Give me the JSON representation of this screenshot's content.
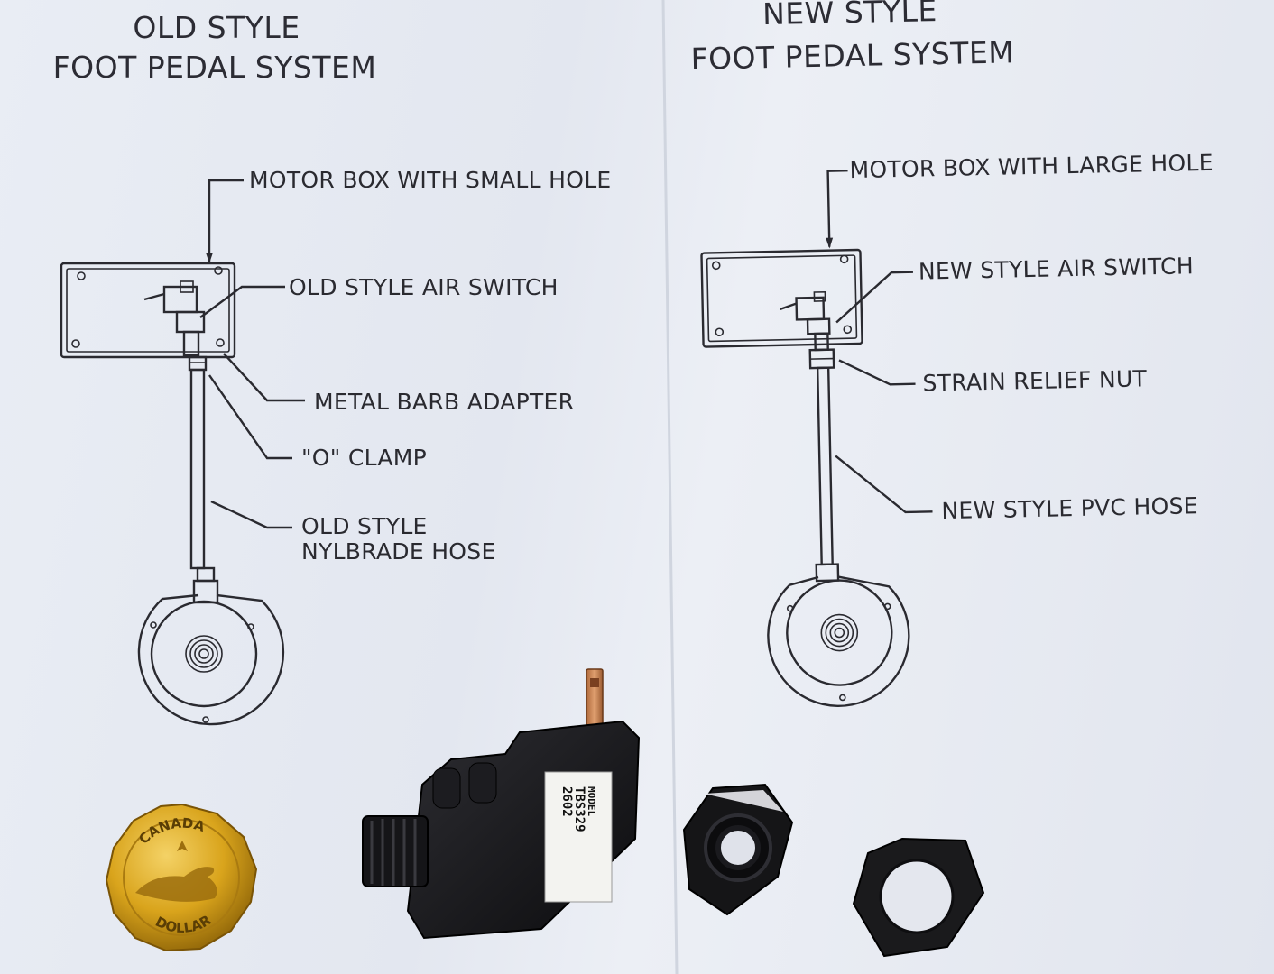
{
  "old_system": {
    "title_line1": "OLD STYLE",
    "title_line2": "FOOT PEDAL SYSTEM",
    "labels": {
      "motor_box": "MOTOR BOX WITH SMALL HOLE",
      "air_switch": "OLD STYLE AIR SWITCH",
      "barb_adapter": "METAL BARB ADAPTER",
      "o_clamp": "\"O\" CLAMP",
      "hose_line1": "OLD STYLE",
      "hose_line2": "NYLBRADE HOSE"
    }
  },
  "new_system": {
    "title_line1": "NEW STYLE",
    "title_line2": "FOOT PEDAL SYSTEM",
    "labels": {
      "motor_box": "MOTOR BOX WITH LARGE HOLE",
      "air_switch": "NEW STYLE AIR SWITCH",
      "strain_relief": "STRAIN RELIEF NUT",
      "hose": "NEW STYLE PVC HOSE"
    }
  },
  "photo_objects": {
    "coin_top_text": "CANADA",
    "coin_bottom_text": "DOLLAR",
    "switch_tag_line1": "MODEL",
    "switch_tag_line2": "TBS329",
    "switch_tag_line3": "2602"
  },
  "colors": {
    "paper": "#e7ebf3",
    "ink": "#2a2a30",
    "coin_gold": "#d9a41c",
    "plastic_black": "#121214"
  }
}
